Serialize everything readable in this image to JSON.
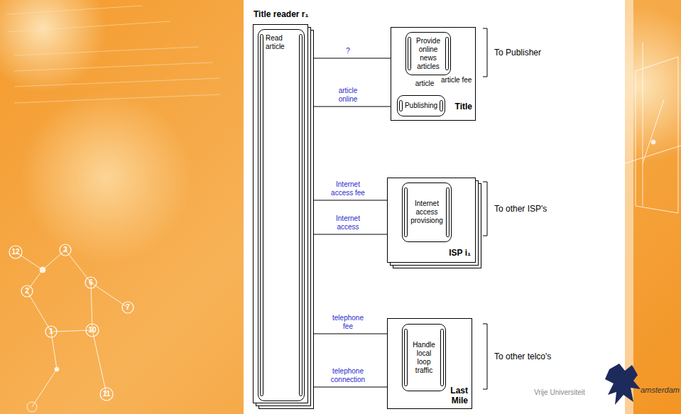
{
  "diagram": {
    "nodes": [
      {
        "text": [
          "Title reader r₁"
        ]
      },
      {
        "text": [
          "Read article"
        ],
        "in": 0
      },
      {
        "text": [
          "Title"
        ]
      },
      {
        "text": [
          "Provide online news articles"
        ],
        "in": 2
      },
      {
        "text": [
          "Publishing"
        ],
        "in": 2
      },
      {
        "text": [
          "ISP i₁"
        ]
      },
      {
        "text": [
          "Internet access provisiong"
        ],
        "in": 5
      },
      {
        "text": [
          "Last Mile"
        ]
      },
      {
        "text": [
          "Handle local loop traffic"
        ],
        "in": 7
      }
    ],
    "edges": [
      {
        "from": 1,
        "to": 3,
        "label": "?",
        "arrow": "to"
      },
      {
        "from": 3,
        "to": 1,
        "label": "article online",
        "arrow": "to"
      },
      {
        "from": 4,
        "to": 3,
        "label": "article",
        "arrow": "to"
      },
      {
        "from": 3,
        "to": 4,
        "label": "article fee",
        "arrow": "to"
      },
      {
        "from": 1,
        "to": 6,
        "label": "Internet access fee",
        "arrow": "to"
      },
      {
        "from": 6,
        "to": 1,
        "label": "Internet access",
        "arrow": "to"
      },
      {
        "from": 1,
        "to": 8,
        "label": "telephone fee",
        "arrow": "to"
      },
      {
        "from": 8,
        "to": 1,
        "label": "telephone connection",
        "arrow": "to"
      }
    ],
    "labels": [
      "To Publisher",
      "To other ISP's",
      "To other telco's",
      "Vrije Universiteit",
      "amsterdam",
      "12",
      "3",
      "6",
      "2",
      "7",
      "1",
      "10",
      "11"
    ]
  }
}
